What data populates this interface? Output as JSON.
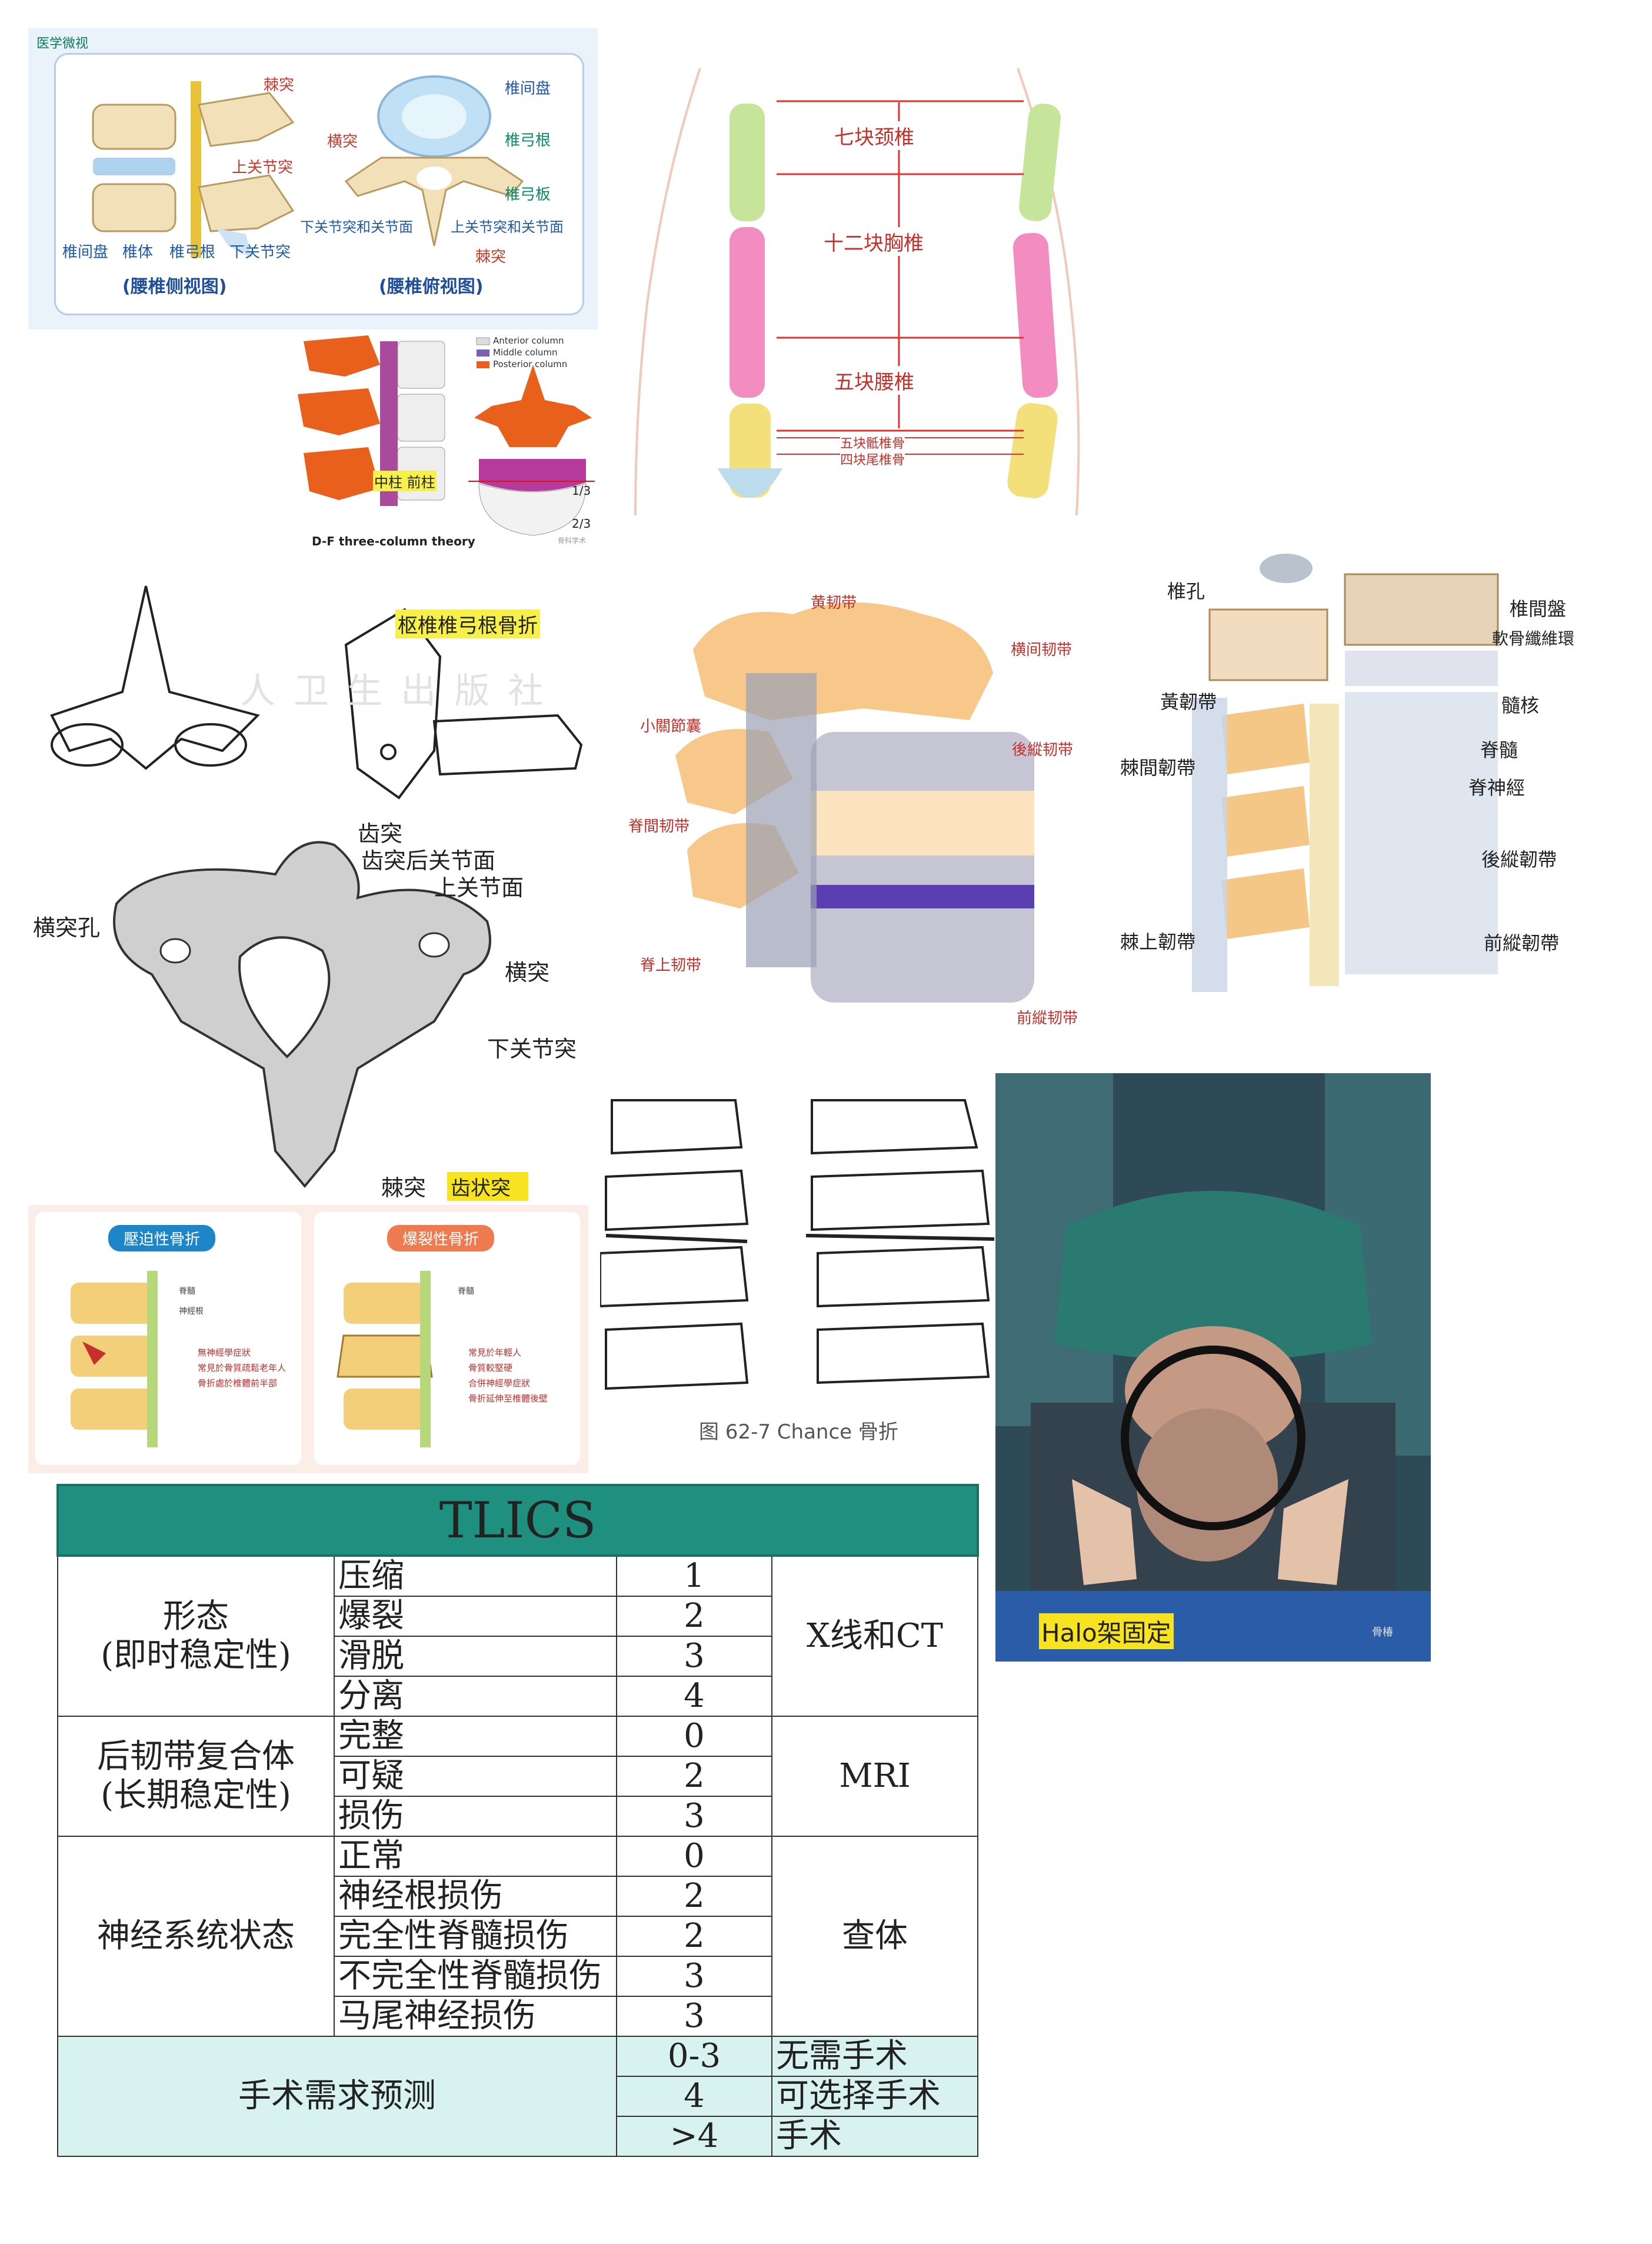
{
  "lumbar": {
    "brand": "医学微视",
    "lateral_labels": [
      "棘突",
      "上关节突",
      "椎间盘",
      "椎体",
      "椎弓根",
      "下关节突"
    ],
    "top_labels": [
      "椎间盘",
      "横突",
      "椎弓根",
      "椎弓板",
      "下关节突和关节面",
      "上关节突和关节面",
      "棘突"
    ],
    "caption_left": "(腰椎侧视图)",
    "caption_right": "(腰椎俯视图)"
  },
  "spine": {
    "cervical": "七块颈椎",
    "thoracic": "十二块胸椎",
    "lumbar": "五块腰椎",
    "sacral": "五块骶椎骨",
    "coccyx": "四块尾椎骨"
  },
  "three_column": {
    "legend": [
      "Anterior column",
      "Middle column",
      "Posterior column"
    ],
    "tag": "中柱 前柱",
    "ratio_top": "1/3",
    "ratio_bottom": "2/3",
    "caption": "D-F three-column theory",
    "source": "骨科学术"
  },
  "axis": {
    "highlight": "枢椎椎弓根骨折",
    "watermark": "人 卫 生 出 版 社",
    "labels": [
      "齿突",
      "齿突后关节面",
      "上关节面",
      "横突孔",
      "横突",
      "下关节突",
      "棘突"
    ],
    "tag": "齿状突"
  },
  "ligaments": {
    "labels": [
      "黄韧带",
      "横间韧带",
      "小關節囊",
      "後縱韧带",
      "脊間韧带",
      "脊上韧带",
      "前縱韧带"
    ]
  },
  "canal": {
    "labels": [
      "椎孔",
      "椎間盤",
      "軟骨纖維環",
      "黃韌帶",
      "髓核",
      "棘間韌帶",
      "脊髓",
      "脊神經",
      "後縱韌帶",
      "棘上韌帶",
      "前縱韌帶"
    ]
  },
  "fractures": {
    "compression": {
      "title": "壓迫性骨折",
      "labels": [
        "脊髓",
        "神經根"
      ],
      "bullets": [
        "無神經學症狀",
        "常見於骨質疏鬆老年人",
        "骨折處於椎體前半部"
      ]
    },
    "burst": {
      "title": "爆裂性骨折",
      "labels": [
        "脊髓"
      ],
      "bullets": [
        "常見於年輕人",
        "骨質較堅硬",
        "合併神經學症狀",
        "骨折延伸至椎體後壁"
      ]
    }
  },
  "chance": {
    "caption": "图 62-7  Chance 骨折"
  },
  "halo": {
    "caption": "Halo架固定",
    "watermark": "骨椿"
  },
  "tlics": {
    "title": "TLICS",
    "groups": [
      {
        "name_line1": "形态",
        "name_line2": "(即时稳定性)",
        "method": "X线和CT",
        "rows": [
          {
            "label": "压缩",
            "score": "1"
          },
          {
            "label": "爆裂",
            "score": "2"
          },
          {
            "label": "滑脱",
            "score": "3"
          },
          {
            "label": "分离",
            "score": "4"
          }
        ]
      },
      {
        "name_line1": "后韧带复合体",
        "name_line2": "(长期稳定性)",
        "method": "MRI",
        "rows": [
          {
            "label": "完整",
            "score": "0"
          },
          {
            "label": "可疑",
            "score": "2"
          },
          {
            "label": "损伤",
            "score": "3"
          }
        ]
      },
      {
        "name_line1": "神经系统状态",
        "name_line2": "",
        "method": "查体",
        "rows": [
          {
            "label": "正常",
            "score": "0"
          },
          {
            "label": "神经根损伤",
            "score": "2"
          },
          {
            "label": "完全性脊髓损伤",
            "score": "2"
          },
          {
            "label": "不完全性脊髓损伤",
            "score": "3"
          },
          {
            "label": "马尾神经损伤",
            "score": "3"
          }
        ]
      }
    ],
    "surgery": {
      "label": "手术需求预测",
      "rows": [
        {
          "range": "0-3",
          "advice": "无需手术"
        },
        {
          "range": "4",
          "advice": "可选择手术"
        },
        {
          "range": ">4",
          "advice": "手术"
        }
      ]
    }
  }
}
